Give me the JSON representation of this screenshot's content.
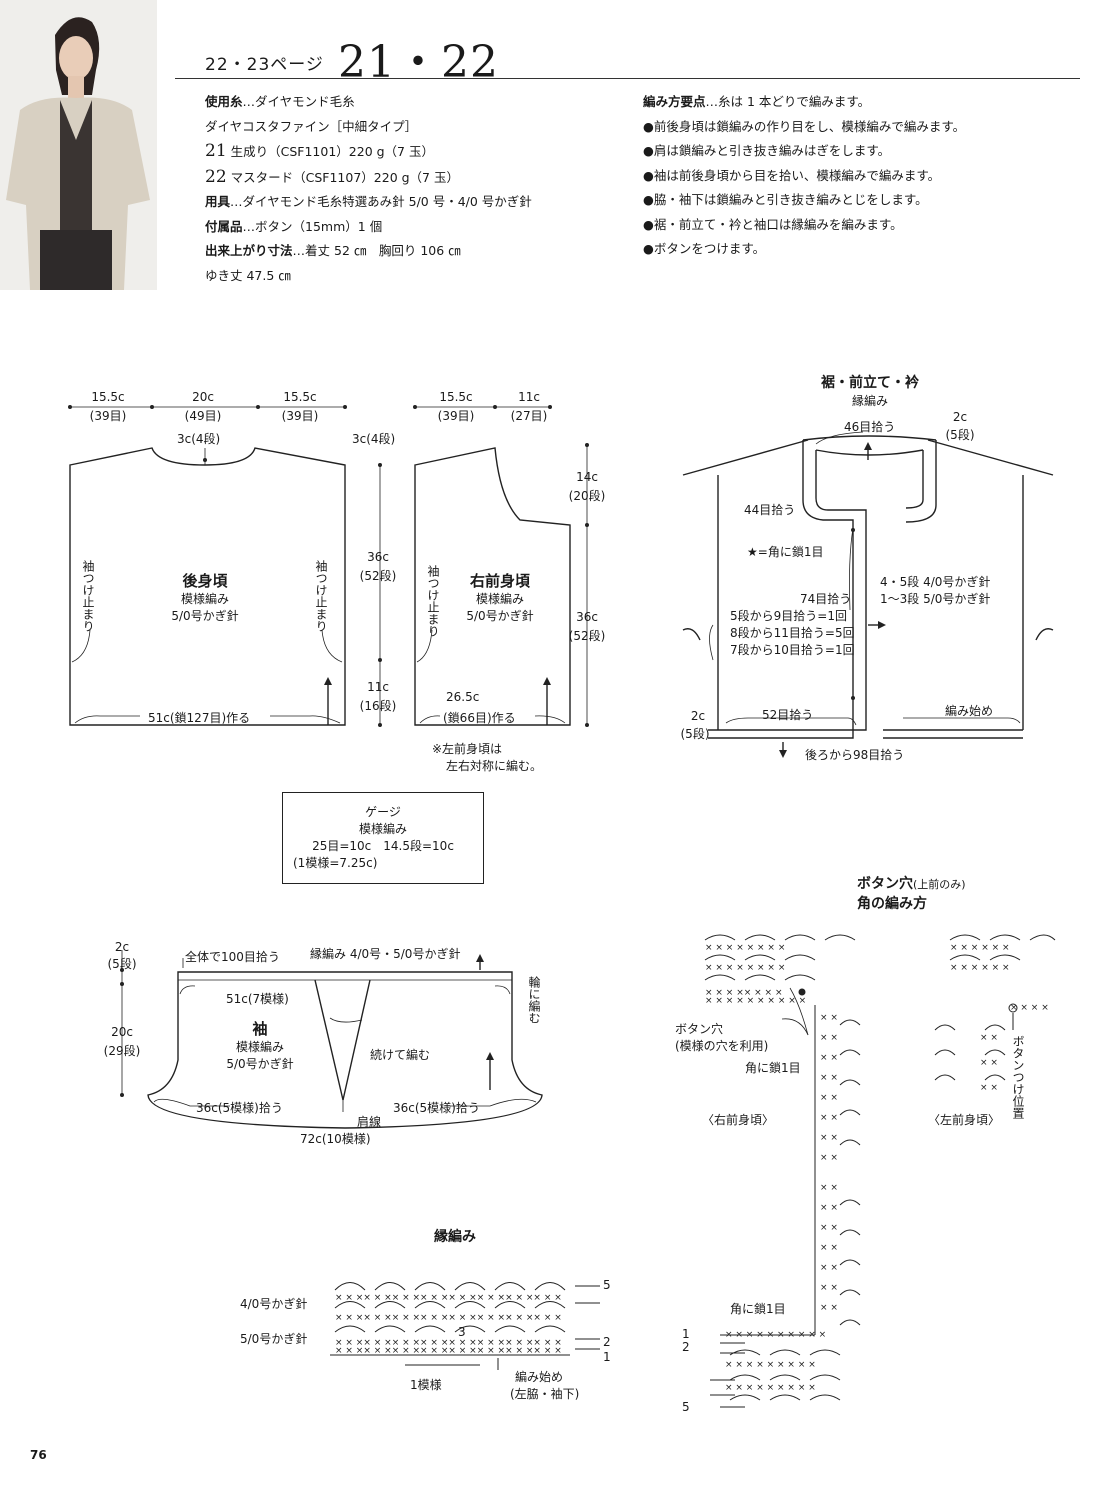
{
  "header": {
    "page_ref": "22・23ページ",
    "pattern_numbers": "21・22"
  },
  "materials": {
    "yarn_label": "使用糸",
    "yarn_brand": "ダイヤモンド毛糸",
    "yarn_name": "ダイヤコスタファイン［中細タイプ］",
    "color_21_num": "21",
    "color_21": "生成り（CSF1101）220 g（7 玉）",
    "color_22_num": "22",
    "color_22": "マスタード（CSF1107）220 g（7 玉）",
    "tools_label": "用具",
    "tools": "ダイヤモンド毛糸特選あみ針 5/0 号・4/0 号かぎ針",
    "notions_label": "付属品",
    "notions": "ボタン（15mm）1 個",
    "size_label": "出来上がり寸法",
    "size_1": "着丈 52 ㎝　胸回り 106 ㎝",
    "size_2": "ゆき丈 47.5 ㎝"
  },
  "instructions": {
    "label": "編み方要点",
    "intro": "糸は 1 本どりで編みます。",
    "steps": [
      "●前後身頃は鎖編みの作り目をし、模様編みで編みます。",
      "●肩は鎖編みと引き抜き編みはぎをします。",
      "●袖は前後身頃から目を拾い、模様編みで編みます。",
      "●脇・袖下は鎖編みと引き抜き編みとじをします。",
      "●裾・前立て・衿と袖口は縁編みを編みます。",
      "●ボタンをつけます。"
    ]
  },
  "back": {
    "w1": "15.5c",
    "w1s": "(39目)",
    "w2": "20c",
    "w2s": "(49目)",
    "w3": "15.5c",
    "w3s": "(39目)",
    "neck": "3c(4段)",
    "title": "後身頃",
    "pattern": "模様編み",
    "hook": "5/0号かぎ針",
    "sleeve_stop_l": "袖つけ止まり",
    "sleeve_stop_r": "袖つけ止まり",
    "cast_on": "51c(鎖127目)作る"
  },
  "mid": {
    "top": "3c(4段)",
    "h1": "36c",
    "h1s": "(52段)",
    "h2": "11c",
    "h2s": "(16段)"
  },
  "front": {
    "w1": "15.5c",
    "w1s": "(39目)",
    "w2": "11c",
    "w2s": "(27目)",
    "neck_h": "14c",
    "neck_hs": "(20段)",
    "side_h": "36c",
    "side_hs": "(52段)",
    "title": "右前身頃",
    "pattern": "模様編み",
    "hook": "5/0号かぎ針",
    "sleeve_stop": "袖つけ止まり",
    "cast_on_1": "26.5c",
    "cast_on_2": "(鎖66目)作る",
    "note_1": "※左前身頃は",
    "note_2": "左右対称に編む。"
  },
  "gauge": {
    "title": "ゲージ",
    "pattern": "模様編み",
    "values": "25目=10c　14.5段=10c",
    "repeat": "(1模様=7.25c)"
  },
  "sleeve": {
    "edge_h": "2c",
    "edge_hs": "(5段)",
    "pickup_all": "全体で100目拾う",
    "edging": "縁編み 4/0号・5/0号かぎ針",
    "width": "51c(7模様)",
    "ring": "輪に編む",
    "height": "20c",
    "height_s": "(29段)",
    "title": "袖",
    "pattern": "模様編み",
    "hook": "5/0号かぎ針",
    "continue": "続けて編む",
    "pick_l": "36c(5模様)拾う",
    "pick_r": "36c(5模様)拾う",
    "shoulder": "肩線",
    "total": "72c(10模様)"
  },
  "border": {
    "title": "裾・前立て・衿",
    "subtitle": "縁編み",
    "neck_pick": "46目拾う",
    "edge_w": "2c",
    "edge_ws": "(5段)",
    "front_pick_44": "44目拾う",
    "corner_note": "★=角に鎖1目",
    "rows_note_1": "4・5段 4/0号かぎ針",
    "rows_note_2": "1〜3段 5/0号かぎ針",
    "front_pick_74": "74目拾う",
    "rule_1": "5段から9目拾う=1回",
    "rule_2": "8段から11目拾う=5回",
    "rule_3": "7段から10目拾う=1回",
    "hem_pick": "52目拾う",
    "start": "編み始め",
    "back_pick": "後ろから98目拾う",
    "hem_h": "2c",
    "hem_hs": "(5段)"
  },
  "edging_chart": {
    "title": "縁編み",
    "hook_4": "4/0号かぎ針",
    "hook_5": "5/0号かぎ針",
    "repeat": "1模様",
    "start_1": "編み始め",
    "start_2": "(左脇・袖下)",
    "rows": [
      "5",
      "3",
      "2",
      "1"
    ]
  },
  "buttonhole": {
    "title": "ボタン穴",
    "title_sub": "(上前のみ)",
    "subtitle": "角の編み方",
    "hole_1": "ボタン穴",
    "hole_2": "(模様の穴を利用)",
    "corner_top": "角に鎖1目",
    "corner_bottom": "角に鎖1目",
    "right_front": "〈右前身頃〉",
    "left_front": "〈左前身頃〉",
    "button_pos": "ボタンつけ位置",
    "row_nums": [
      "1",
      "2",
      "5"
    ]
  },
  "page_number": "76"
}
